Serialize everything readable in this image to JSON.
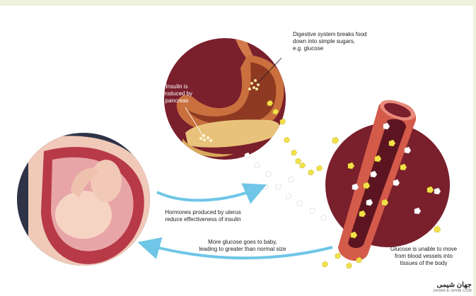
{
  "labels": {
    "digestive": [
      "Digestive system breaks food",
      "down into simple sugars,",
      "e.g. glucose"
    ],
    "insulin": [
      "Insulin is",
      "produced by",
      "pancreas"
    ],
    "hormones": [
      "Hormones produced by uterus",
      "reduce effectiveness of insulin"
    ],
    "more_glucose": [
      "More glucose goes to baby,",
      "leading to greater than normal size"
    ],
    "glucose_unable": [
      "Glucose is unable to move",
      "from blood vessels into",
      "tissues of the body"
    ]
  },
  "logo": {
    "name": "جهان شیمی",
    "sub": "JAHAN-E-SHIMI.COM"
  },
  "colors": {
    "circle_bg": "#7a1f2c",
    "stomach": "#c9703e",
    "pancreas": "#e8c27a",
    "vessel": "#d45a4a",
    "arrow": "#6fc6e6",
    "glucose_yellow": "#f2e24a",
    "glucose_white": "#ffffff"
  }
}
